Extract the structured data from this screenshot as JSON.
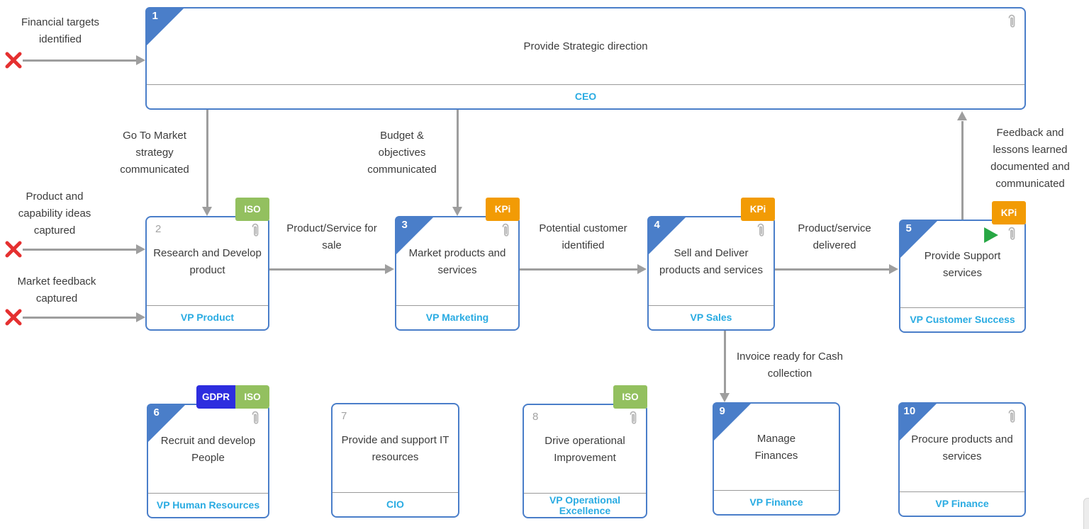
{
  "boxes": [
    {
      "number": "1",
      "title": "Provide Strategic direction",
      "role": "CEO",
      "badges": []
    },
    {
      "number": "2",
      "title": "Research and Develop product",
      "role": "VP Product",
      "badges": [
        "ISO"
      ]
    },
    {
      "number": "3",
      "title": "Market products and services",
      "role": "VP Marketing",
      "badges": [
        "KPi"
      ]
    },
    {
      "number": "4",
      "title": "Sell and Deliver products and services",
      "role": "VP Sales",
      "badges": [
        "KPi"
      ]
    },
    {
      "number": "5",
      "title": "Provide Support services",
      "role": "VP Customer Success",
      "badges": [
        "KPi"
      ]
    },
    {
      "number": "6",
      "title": "Recruit and develop People",
      "role": "VP Human Resources",
      "badges": [
        "GDPR",
        "ISO"
      ]
    },
    {
      "number": "7",
      "title": "Provide and support IT resources",
      "role": "CIO",
      "badges": []
    },
    {
      "number": "8",
      "title": "Drive operational Improvement",
      "role": "VP Operational Excellence",
      "badges": [
        "ISO"
      ]
    },
    {
      "number": "9",
      "title": "Manage Finances",
      "role": "VP Finance",
      "badges": []
    },
    {
      "number": "10",
      "title": "Procure products and services",
      "role": "VP Finance",
      "badges": []
    }
  ],
  "flow_labels": {
    "financial_targets": "Financial targets identified",
    "go_to_market": "Go To Market strategy communicated",
    "budget_objectives": "Budget & objectives communicated",
    "product_ideas": "Product and capability ideas captured",
    "market_feedback": "Market feedback captured",
    "product_service_for_sale": "Product/Service for sale",
    "potential_customer": "Potential customer identified",
    "product_service_delivered": "Product/service delivered",
    "feedback_lessons": "Feedback and lessons learned documented and communicated",
    "invoice_ready": "Invoice ready for Cash collection"
  },
  "colors": {
    "box_border_blue": "#4A7EC9",
    "corner_blue": "#4A7EC9",
    "role_text_blue": "#29ABE2",
    "iso_badge_green": "#93C05F",
    "kpi_badge_orange": "#F29B05",
    "gdpr_badge_blue": "#2D2DDF",
    "arrow_gray": "#9E9E9E",
    "error_x_red": "#E53030",
    "play_green": "#27A744",
    "muted_number_gray": "#A3A3A3"
  }
}
